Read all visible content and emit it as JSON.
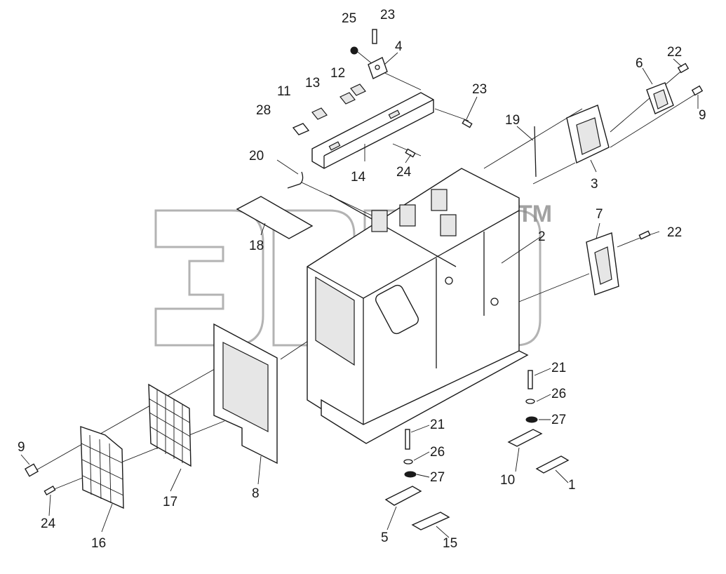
{
  "watermark": {
    "mark": "TM",
    "logo_icon": "ergo-logo-icon"
  },
  "callouts": {
    "c1": "1",
    "c2": "2",
    "c3": "3",
    "c4": "4",
    "c5": "5",
    "c6": "6",
    "c7": "7",
    "c8": "8",
    "c9a": "9",
    "c9b": "9",
    "c10": "10",
    "c11": "11",
    "c12": "12",
    "c13": "13",
    "c14": "14",
    "c15": "15",
    "c16": "16",
    "c17": "17",
    "c18": "18",
    "c19": "19",
    "c20": "20",
    "c21a": "21",
    "c21b": "21",
    "c22a": "22",
    "c22b": "22",
    "c23a": "23",
    "c23b": "23",
    "c24a": "24",
    "c24b": "24",
    "c25": "25",
    "c26a": "26",
    "c26b": "26",
    "c27a": "27",
    "c27b": "27",
    "c28": "28"
  }
}
